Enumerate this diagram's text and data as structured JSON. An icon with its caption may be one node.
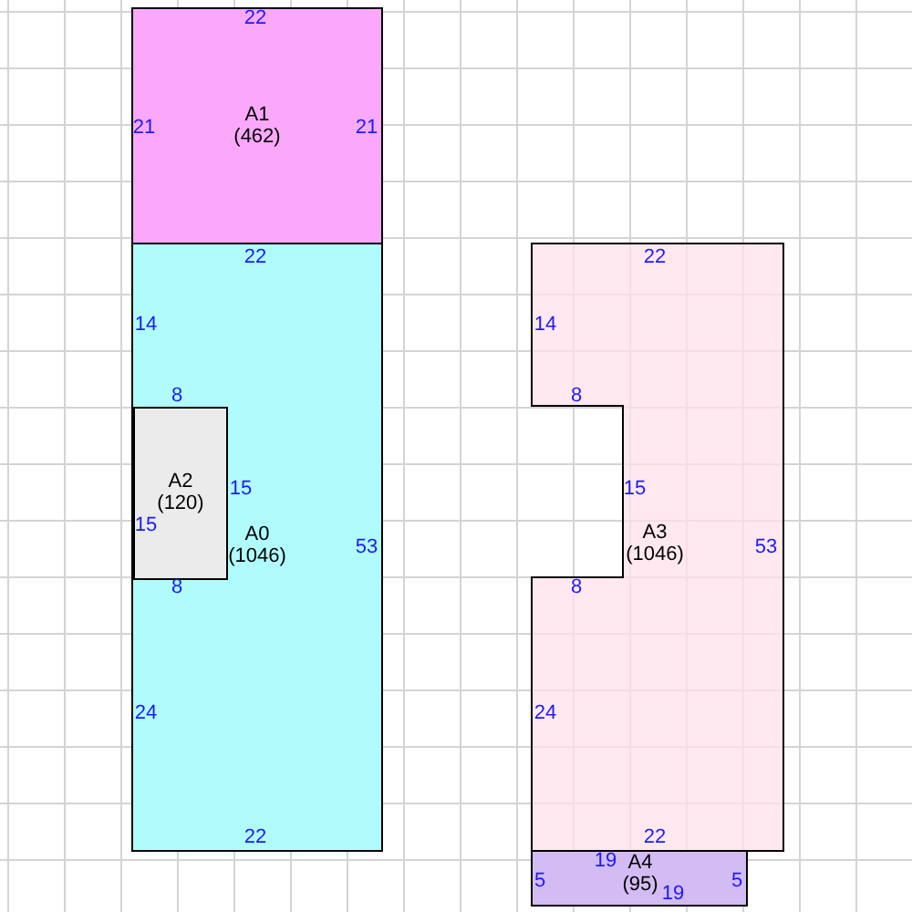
{
  "diagram": {
    "nodes": [
      {
        "text": [
          "A1",
          "(462)"
        ]
      },
      {
        "text": [
          "A0",
          "(1046)"
        ]
      },
      {
        "text": [
          "A2",
          "(120)"
        ],
        "in": 1
      },
      {
        "text": [
          "A3",
          "(1046)"
        ]
      },
      {
        "text": [
          "A4",
          "(95)"
        ]
      }
    ],
    "labels": [
      "22",
      "21",
      "21",
      "22",
      "14",
      "8",
      "15",
      "15",
      "8",
      "53",
      "24",
      "22",
      "22",
      "14",
      "8",
      "15",
      "53",
      "8",
      "24",
      "22",
      "19",
      "5",
      "5",
      "19"
    ]
  }
}
